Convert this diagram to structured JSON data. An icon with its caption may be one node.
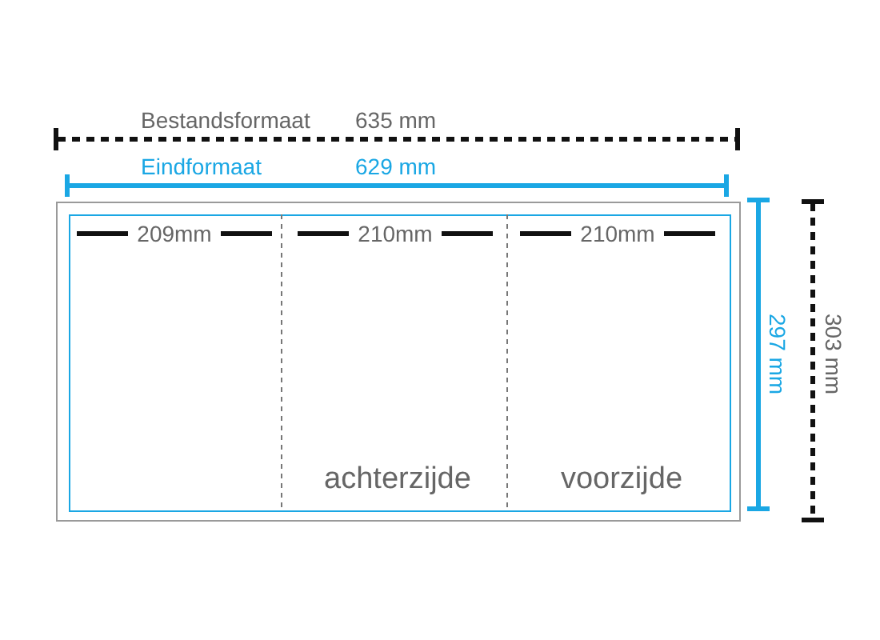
{
  "diagram": {
    "nodes": [
      {
        "text": [],
        "shape": "box"
      },
      {
        "text": [],
        "shape": "box",
        "in": 0
      },
      {
        "text": [
          "achterzijde"
        ],
        "in": 1
      },
      {
        "text": [
          "voorzijde"
        ],
        "in": 1
      }
    ],
    "labels": [
      "Bestandsformaat",
      "635 mm",
      "Eindformaat",
      "629 mm",
      "209mm",
      "210mm",
      "210mm",
      "297 mm",
      "303 mm"
    ]
  }
}
